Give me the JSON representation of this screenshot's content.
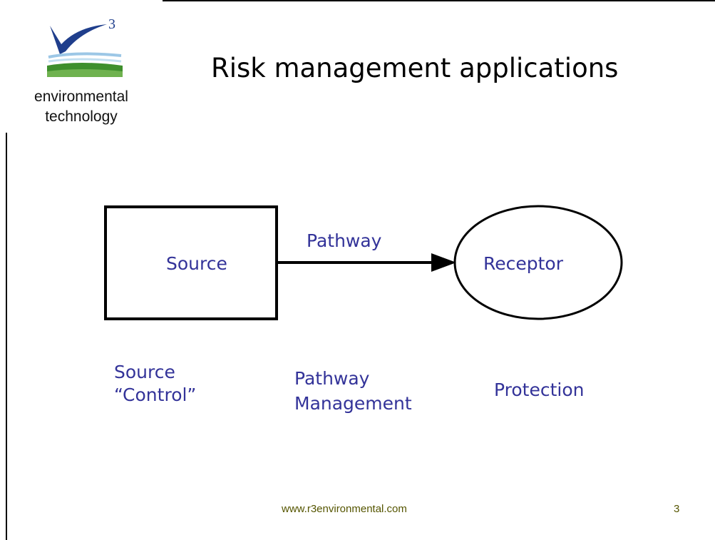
{
  "logo": {
    "mark": "v3",
    "line1": "environmental",
    "line2": "technology"
  },
  "title": "Risk management applications",
  "diagram": {
    "source_label": "Source",
    "pathway_label": "Pathway",
    "receptor_label": "Receptor"
  },
  "management": {
    "source_line1": "Source",
    "source_line2": "“Control”",
    "pathway_line1": "Pathway",
    "pathway_line2": "Management",
    "protection": "Protection"
  },
  "footer": {
    "url": "www.r3environmental.com",
    "page_number": "3"
  },
  "colors": {
    "text_blue": "#333399",
    "footer_olive": "#555500",
    "logo_blue": "#1f3e8c",
    "logo_green": "#3e8f2c"
  }
}
